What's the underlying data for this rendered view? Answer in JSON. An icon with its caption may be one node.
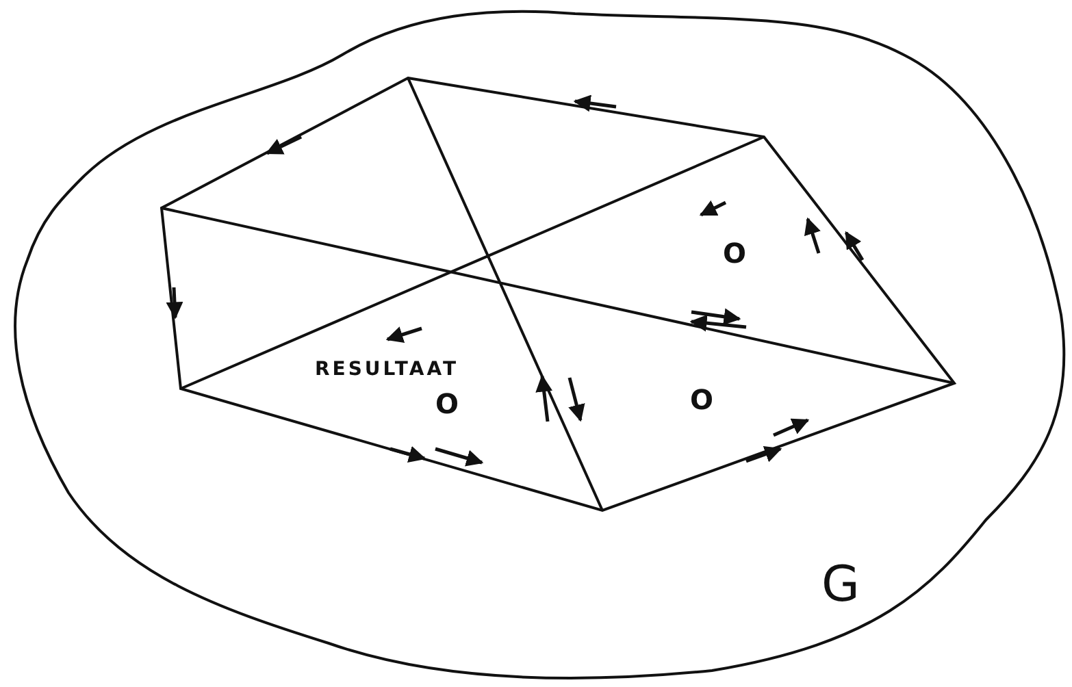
{
  "diagram": {
    "labels": [
      "O",
      "RESULTAAT",
      "O",
      "O",
      "G"
    ]
  }
}
